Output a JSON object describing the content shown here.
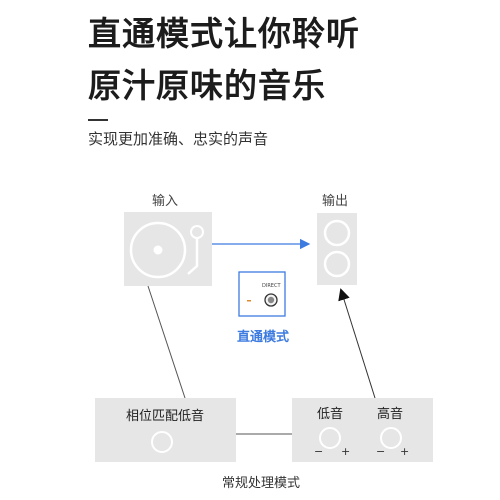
{
  "header": {
    "line1": "直通模式让你聆听",
    "line2": "原汁原味的音乐",
    "subtitle": "实现更加准确、忠实的声音"
  },
  "diagram": {
    "input_label": "输入",
    "output_label": "输出",
    "direct_switch_text": "DIRECT",
    "direct_mode_label": "直通模式",
    "phase_box_label": "相位匹配低音",
    "bass_label": "低音",
    "treble_label": "高音",
    "minus_sign": "−",
    "plus_sign": "+",
    "normal_mode_label": "常规处理模式"
  },
  "colors": {
    "accent": "#3d7be0",
    "panel": "#e6e6e6",
    "line": "#555555"
  }
}
